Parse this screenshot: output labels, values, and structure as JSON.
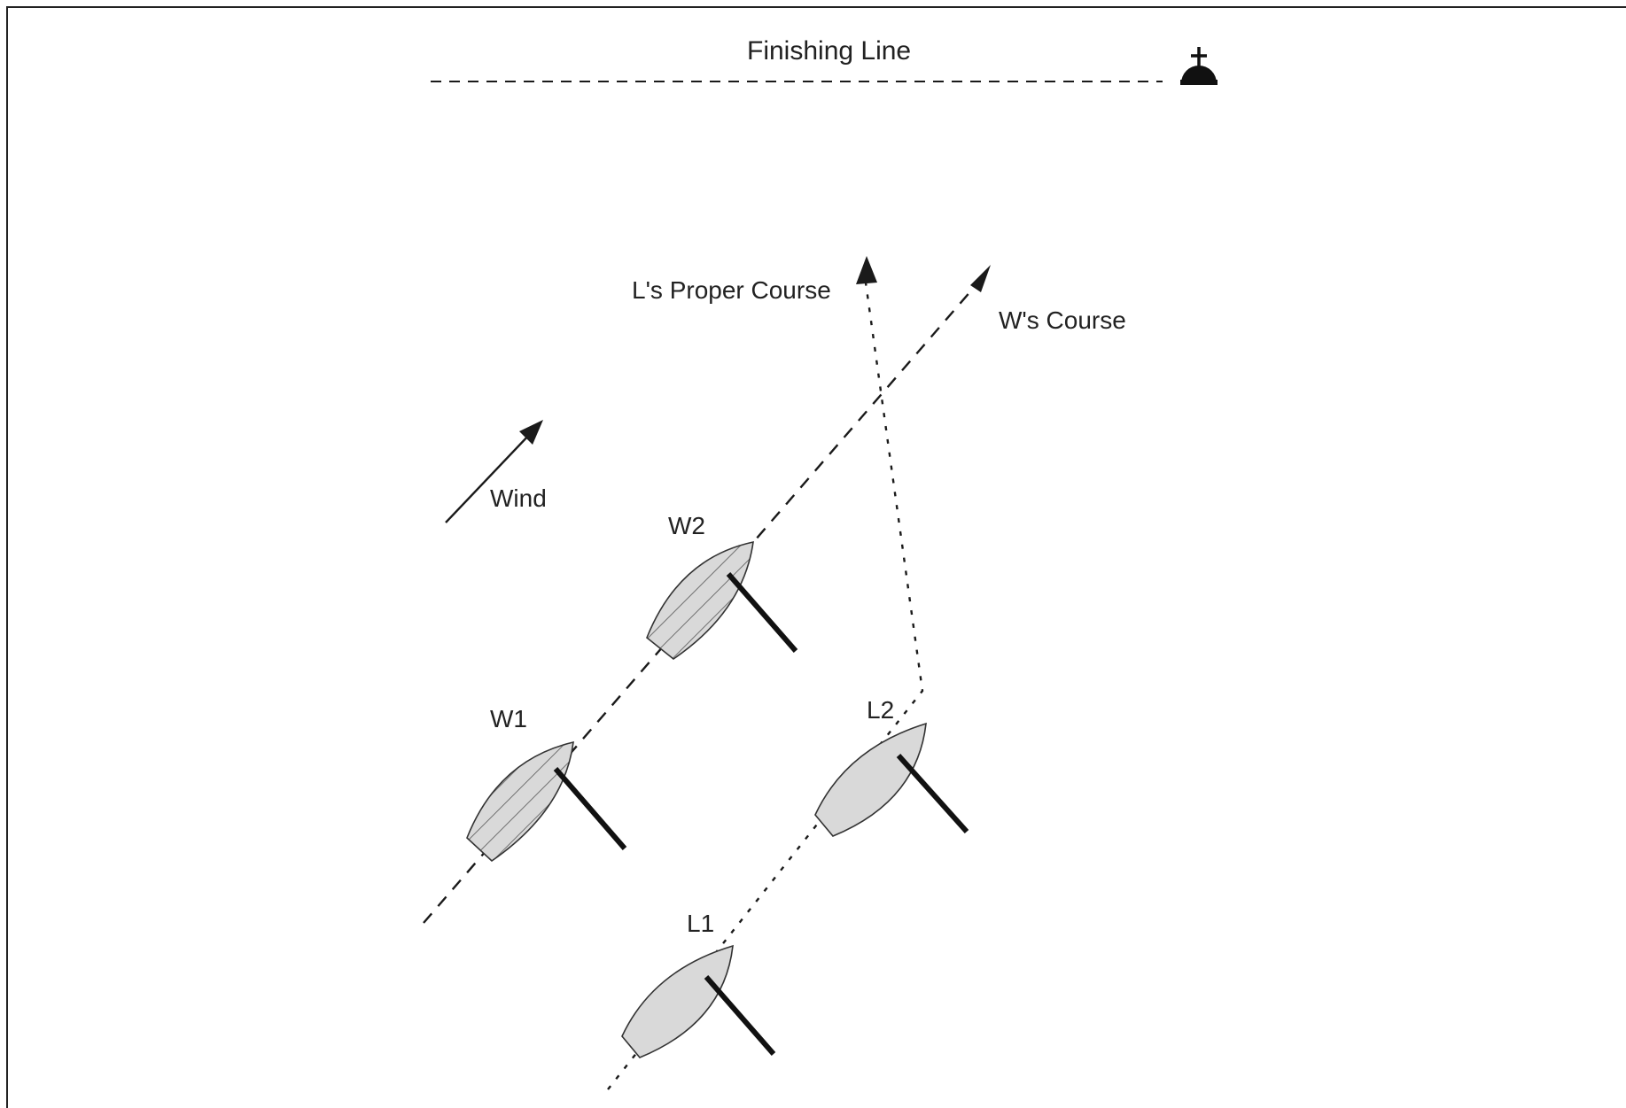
{
  "labels": {
    "finishing_line": "Finishing Line",
    "l_proper_course": "L's Proper Course",
    "w_course": "W's Course",
    "wind": "Wind",
    "boat_w1": "W1",
    "boat_w2": "W2",
    "boat_l1": "L1",
    "boat_l2": "L2"
  },
  "colors": {
    "ink": "#1a1a1a",
    "hull_fill": "#d9d9d9",
    "hatch": "#555555",
    "frame": "#222222"
  },
  "icons": {
    "finish_mark": "buoy-with-cross-icon"
  }
}
